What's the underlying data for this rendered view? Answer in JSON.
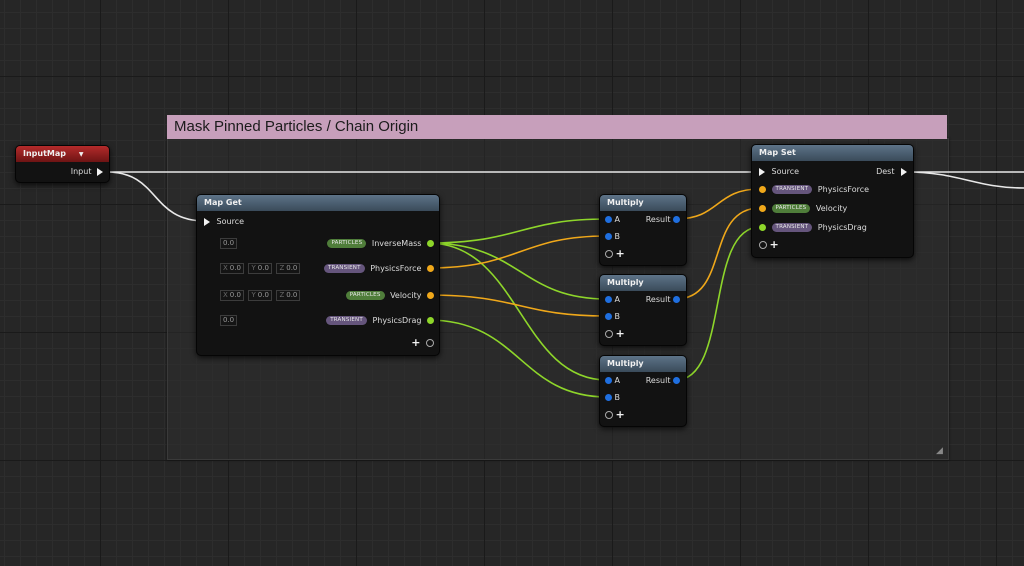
{
  "comment": {
    "title": "Mask Pinned Particles / Chain Origin"
  },
  "input_map": {
    "title": "InputMap",
    "dropdown": "▼",
    "pin_label": "Input"
  },
  "map_get": {
    "title": "Map Get",
    "source_label": "Source",
    "rows": [
      {
        "values": [
          "0.0"
        ],
        "badge": "PARTICLES",
        "label": "InverseMass",
        "pin_color": "green"
      },
      {
        "axes": [
          "X",
          "Y",
          "Z"
        ],
        "values": [
          "0.0",
          "0.0",
          "0.0"
        ],
        "badge": "TRANSIENT",
        "label": "PhysicsForce",
        "pin_color": "yellow"
      },
      {
        "axes": [
          "X",
          "Y",
          "Z"
        ],
        "values": [
          "0.0",
          "0.0",
          "0.0"
        ],
        "badge": "PARTICLES",
        "label": "Velocity",
        "pin_color": "yellow"
      },
      {
        "values": [
          "0.0"
        ],
        "badge": "TRANSIENT",
        "label": "PhysicsDrag",
        "pin_color": "green"
      }
    ],
    "add_pin": "+"
  },
  "multiply_nodes": [
    {
      "title": "Multiply",
      "a": "A",
      "b": "B",
      "result": "Result",
      "add_pin": "+"
    },
    {
      "title": "Multiply",
      "a": "A",
      "b": "B",
      "result": "Result",
      "add_pin": "+"
    },
    {
      "title": "Multiply",
      "a": "A",
      "b": "B",
      "result": "Result",
      "add_pin": "+"
    }
  ],
  "map_set": {
    "title": "Map Set",
    "source_label": "Source",
    "dest_label": "Dest",
    "rows": [
      {
        "badge": "TRANSIENT",
        "label": "PhysicsForce",
        "pin_color": "yellow"
      },
      {
        "badge": "PARTICLES",
        "label": "Velocity",
        "pin_color": "yellow"
      },
      {
        "badge": "TRANSIENT",
        "label": "PhysicsDrag",
        "pin_color": "green"
      }
    ],
    "add_pin": "+"
  },
  "colors": {
    "exec_wire": "#e8e8e8",
    "float_wire": "#8ed62a",
    "vector_wire": "#f0a81a",
    "particles_badge": "#4f7d3a",
    "transient_badge": "#65557c",
    "comment_title": "#c79fbb",
    "node_header": "#4c6072",
    "input_header": "#9b2020"
  }
}
